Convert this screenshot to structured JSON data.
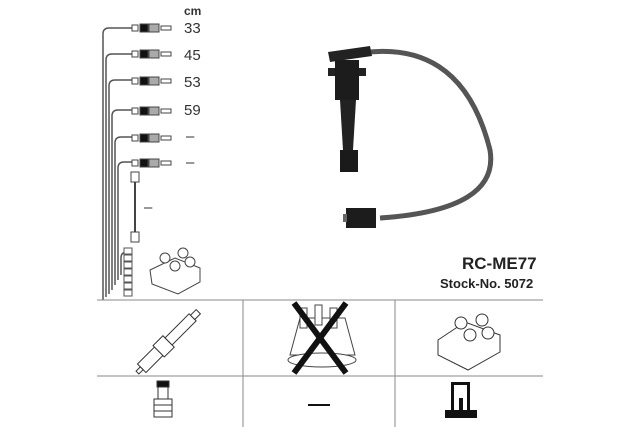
{
  "lengths": {
    "unit": "cm",
    "items": [
      "33",
      "45",
      "53",
      "59",
      "–",
      "–",
      "–"
    ]
  },
  "product": {
    "model": "RC-ME77",
    "stock_no": "Stock-No. 5072"
  },
  "compatibility_grid": {
    "row1": [
      "spark-plug",
      "distributor-cap (crossed out / not applicable)",
      "ignition-coil"
    ],
    "row2": [
      "spark-plug-connector",
      "–",
      "coil-connector"
    ],
    "dash": "–"
  }
}
